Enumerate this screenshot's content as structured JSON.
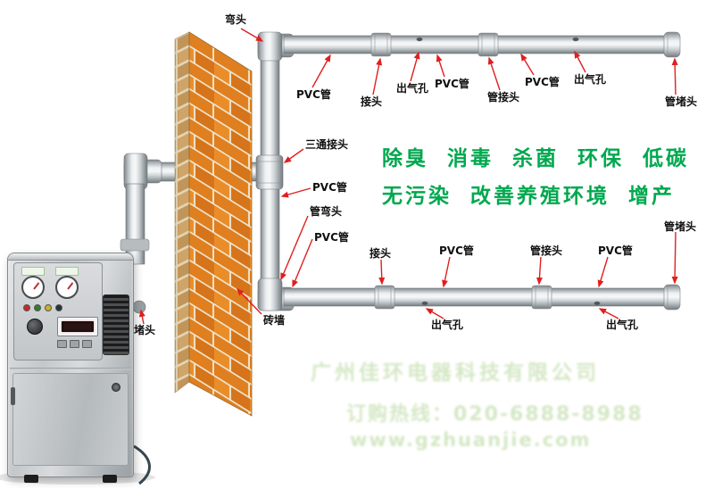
{
  "promo": {
    "line1": "除臭 消毒 杀菌 环保 低碳",
    "line2": "无污染 改善养殖环境 增产",
    "color": "#00a84e"
  },
  "labels": {
    "elbow_top": "弯头",
    "pvc_top_1": "PVC管",
    "joint_top": "接头",
    "air_outlet_top_1": "出气孔",
    "pvc_top_2": "PVC管",
    "pipe_joint_top": "管接头",
    "pvc_top_3": "PVC管",
    "air_outlet_top_2": "出气孔",
    "pipe_plug_top": "管堵头",
    "tee_joint": "三通接头",
    "pvc_mid_1": "PVC管",
    "pipe_elbow_mid": "管弯头",
    "pvc_mid_2": "PVC管",
    "joint_bottom": "接头",
    "pvc_bottom_1": "PVC管",
    "pipe_joint_bottom": "管接头",
    "pvc_bottom_2": "PVC管",
    "pipe_plug_bottom": "管堵头",
    "air_outlet_bottom_1": "出气孔",
    "air_outlet_bottom_2": "出气孔",
    "brick_wall": "砖墙",
    "plug_machine": "堵头"
  },
  "watermark": {
    "line1": "广州佳环电器科技有限公司",
    "line2": "订购热线：020-6888-8988",
    "line3": "www.gzhuanjie.com"
  },
  "colors": {
    "arrow": "#e01f1f",
    "brick": "#df7f1f",
    "pipe_light": "#eef0f2",
    "pipe_dark": "#7e858a"
  }
}
